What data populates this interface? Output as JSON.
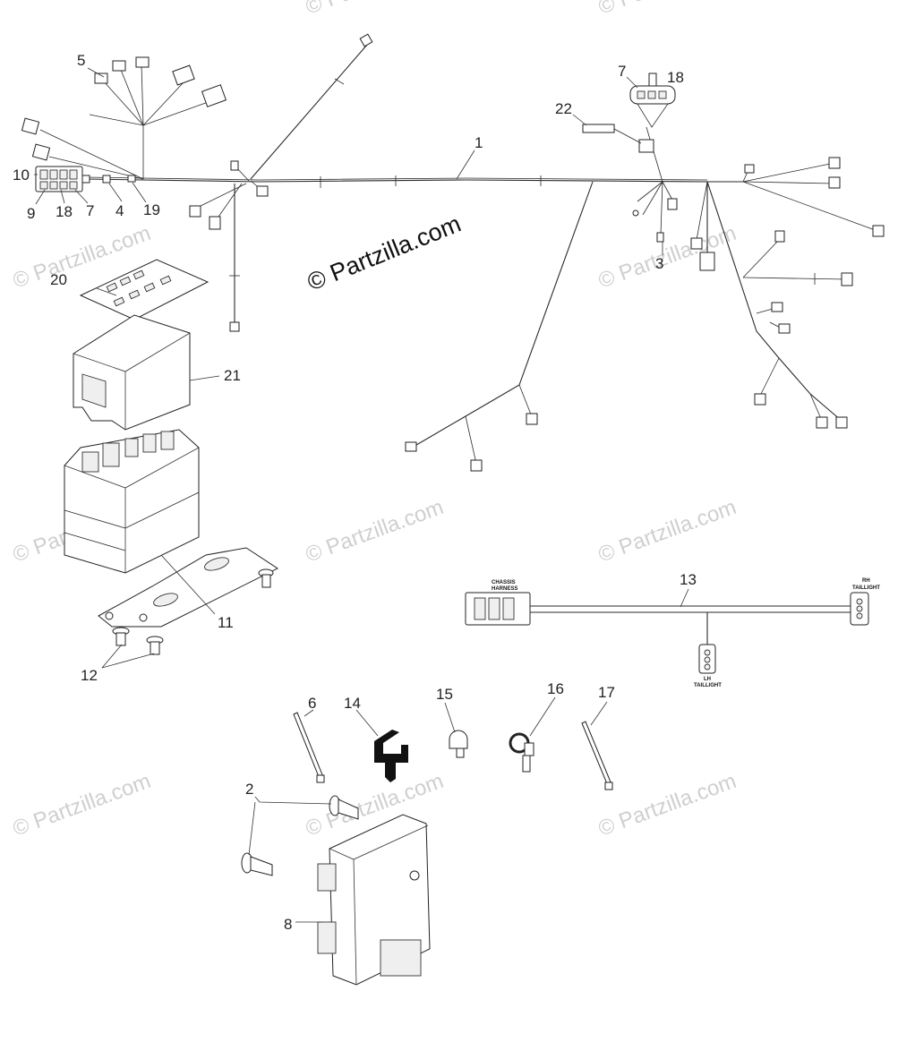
{
  "watermark": {
    "main_text": "© Partzilla.com",
    "tile_text": "© Partzilla.com"
  },
  "callouts": [
    "1",
    "2",
    "3",
    "4",
    "5",
    "6",
    "7",
    "7",
    "8",
    "9",
    "10",
    "11",
    "12",
    "13",
    "14",
    "15",
    "16",
    "17",
    "18",
    "18",
    "19",
    "20",
    "21",
    "22"
  ],
  "harness13": {
    "left_label_line1": "CHASSIS",
    "left_label_line2": "HARNESS",
    "right_label_line1": "RH",
    "right_label_line2": "TAILLIGHT",
    "bottom_label_line1": "LH",
    "bottom_label_line2": "TAILLIGHT"
  },
  "colors": {
    "line": "#2a2a2a",
    "watermark": "#cfcfcf"
  }
}
